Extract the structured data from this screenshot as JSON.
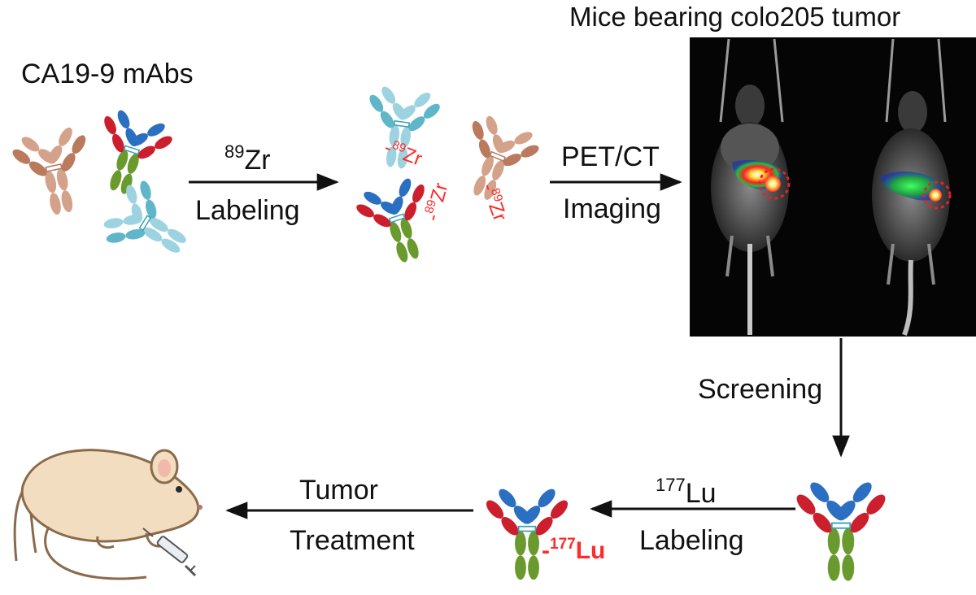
{
  "labels": {
    "mabs": "CA19-9 mAbs",
    "mice_title": "Mice bearing colo205 tumor",
    "zr_mass": "89",
    "zr_symbol": "Zr",
    "step1_bottom": "Labeling",
    "pet_top": "PET/CT",
    "pet_bottom": "Imaging",
    "screening": "Screening",
    "lu_mass": "177",
    "lu_symbol": "Lu",
    "step_lu_bottom": "Labeling",
    "treat_top": "Tumor",
    "treat_bottom": "Treatment",
    "tag_zr_mass": "89",
    "tag_zr_symbol": "Zr",
    "tag_lu_mass": "177",
    "tag_lu_symbol": "Lu"
  },
  "colors": {
    "antibody_brown": "#b97a5e",
    "antibody_brown_light": "#d4a28a",
    "antibody_cyan": "#5fb6c9",
    "antibody_cyan_light": "#9dd3e0",
    "antibody_red": "#cc1f2e",
    "antibody_blue": "#2b6fc2",
    "antibody_green": "#6a9a2e",
    "hinge": "#3aa0b6",
    "isotope_red": "#ff2a2a",
    "tumor_circle": "#e8202a",
    "scan_bg": "#050505",
    "mouse_fill": "#f3ddc0",
    "mouse_stroke": "#8a6a4a"
  },
  "icons": [
    "antibody-icon",
    "arrow-icon",
    "pet-ct-scan-image",
    "mouse-icon",
    "syringe-icon"
  ]
}
